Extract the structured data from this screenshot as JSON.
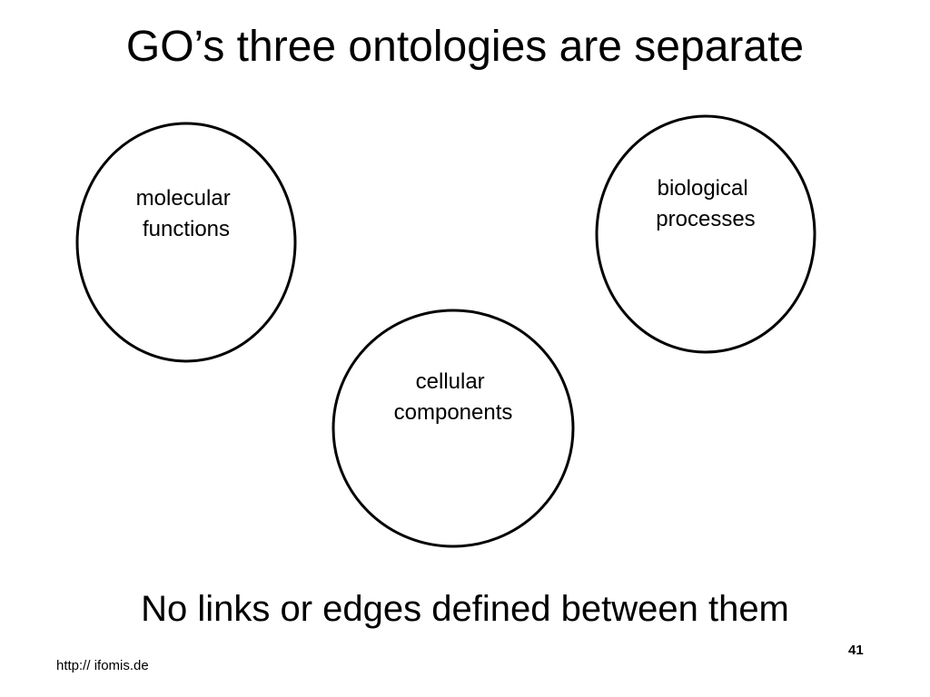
{
  "title": "GO’s three ontologies are separate",
  "ontologies": [
    {
      "lines": [
        "molecular",
        "functions"
      ]
    },
    {
      "lines": [
        "biological",
        "processes"
      ]
    },
    {
      "lines": [
        "cellular",
        "components"
      ]
    }
  ],
  "caption": "No links or edges defined between them",
  "footer": {
    "url": "http:// ifomis.de",
    "page_number": "41"
  },
  "colors": {
    "background": "#ffffff",
    "ink": "#000000"
  }
}
